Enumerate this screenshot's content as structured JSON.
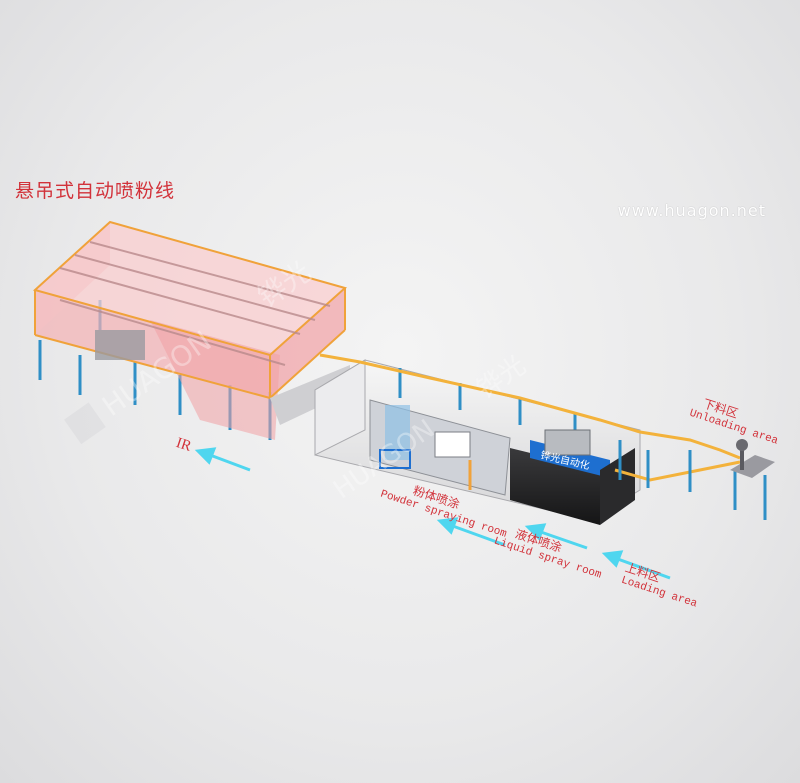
{
  "title": "悬吊式自动喷粉线",
  "website": "www.huagon.net",
  "watermark": {
    "brand": "HUAGON",
    "cn": "铧光"
  },
  "booth_sign": "铧光自动化",
  "labels": {
    "ir": "IR",
    "powder": {
      "cn": "粉体喷涂",
      "en": "Powder spraying room"
    },
    "liquid": {
      "cn": "液体喷涂",
      "en": "Liquid spray room"
    },
    "loading": {
      "cn": "上料区",
      "en": "Loading area"
    },
    "unloading": {
      "cn": "下料区",
      "en": "Unloading area"
    }
  },
  "colors": {
    "title": "#d2323a",
    "arrow": "#4fd6ef",
    "oven_fill": "#f5b3b6",
    "frame": "#f0a23a",
    "column": "#2f8fc6",
    "conveyor": "#f3b23b",
    "booth_blue": "#1e6fd0"
  },
  "icons": [
    "flow-arrow-icon",
    "huagon-logo-icon"
  ]
}
